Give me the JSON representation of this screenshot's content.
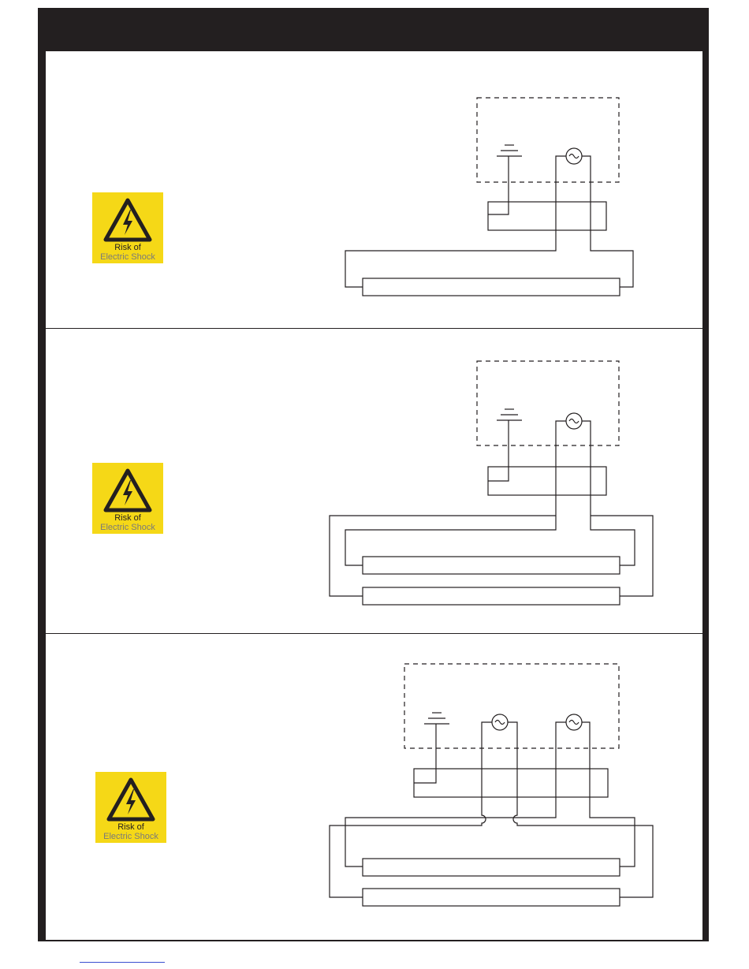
{
  "warnings": [
    {
      "line1": "Risk of",
      "line2": "Electric Shock",
      "icon": "lightning-bolt-icon"
    },
    {
      "line1": "Risk of",
      "line2": "Electric Shock",
      "icon": "lightning-bolt-icon"
    },
    {
      "line1": "Risk of",
      "line2": "Electric Shock",
      "icon": "lightning-bolt-icon"
    }
  ],
  "colors": {
    "frame": "#231f20",
    "warning_bg": "#f5d817",
    "line": "#231f20"
  },
  "diagram_symbols": [
    "ground-symbol",
    "ac-source-symbol",
    "terminal-block",
    "lamp-tube"
  ]
}
